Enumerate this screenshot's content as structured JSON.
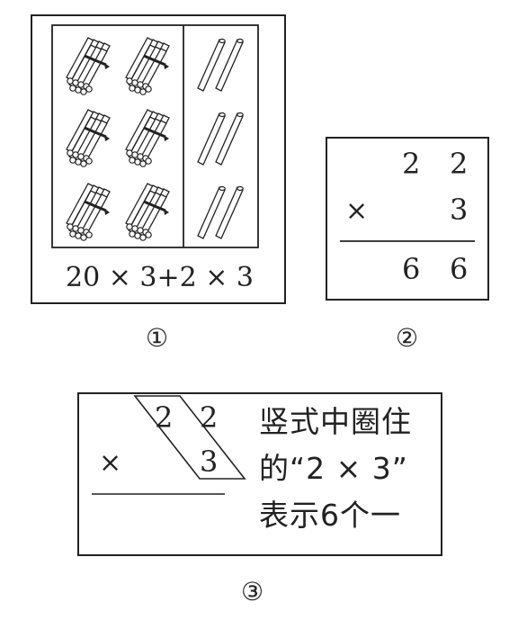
{
  "figure1": {
    "expression": "20 × 3+2 × 3",
    "label": "①"
  },
  "figure2": {
    "top": [
      "2",
      "2"
    ],
    "op": "×",
    "mult": "3",
    "result": [
      "6",
      "6"
    ],
    "label": "②"
  },
  "figure3": {
    "top": [
      "2",
      "2"
    ],
    "op": "×",
    "mult": "3",
    "note": [
      "竖式中圈住",
      "的“2 × 3”",
      "表示6个一"
    ],
    "label": "③"
  }
}
